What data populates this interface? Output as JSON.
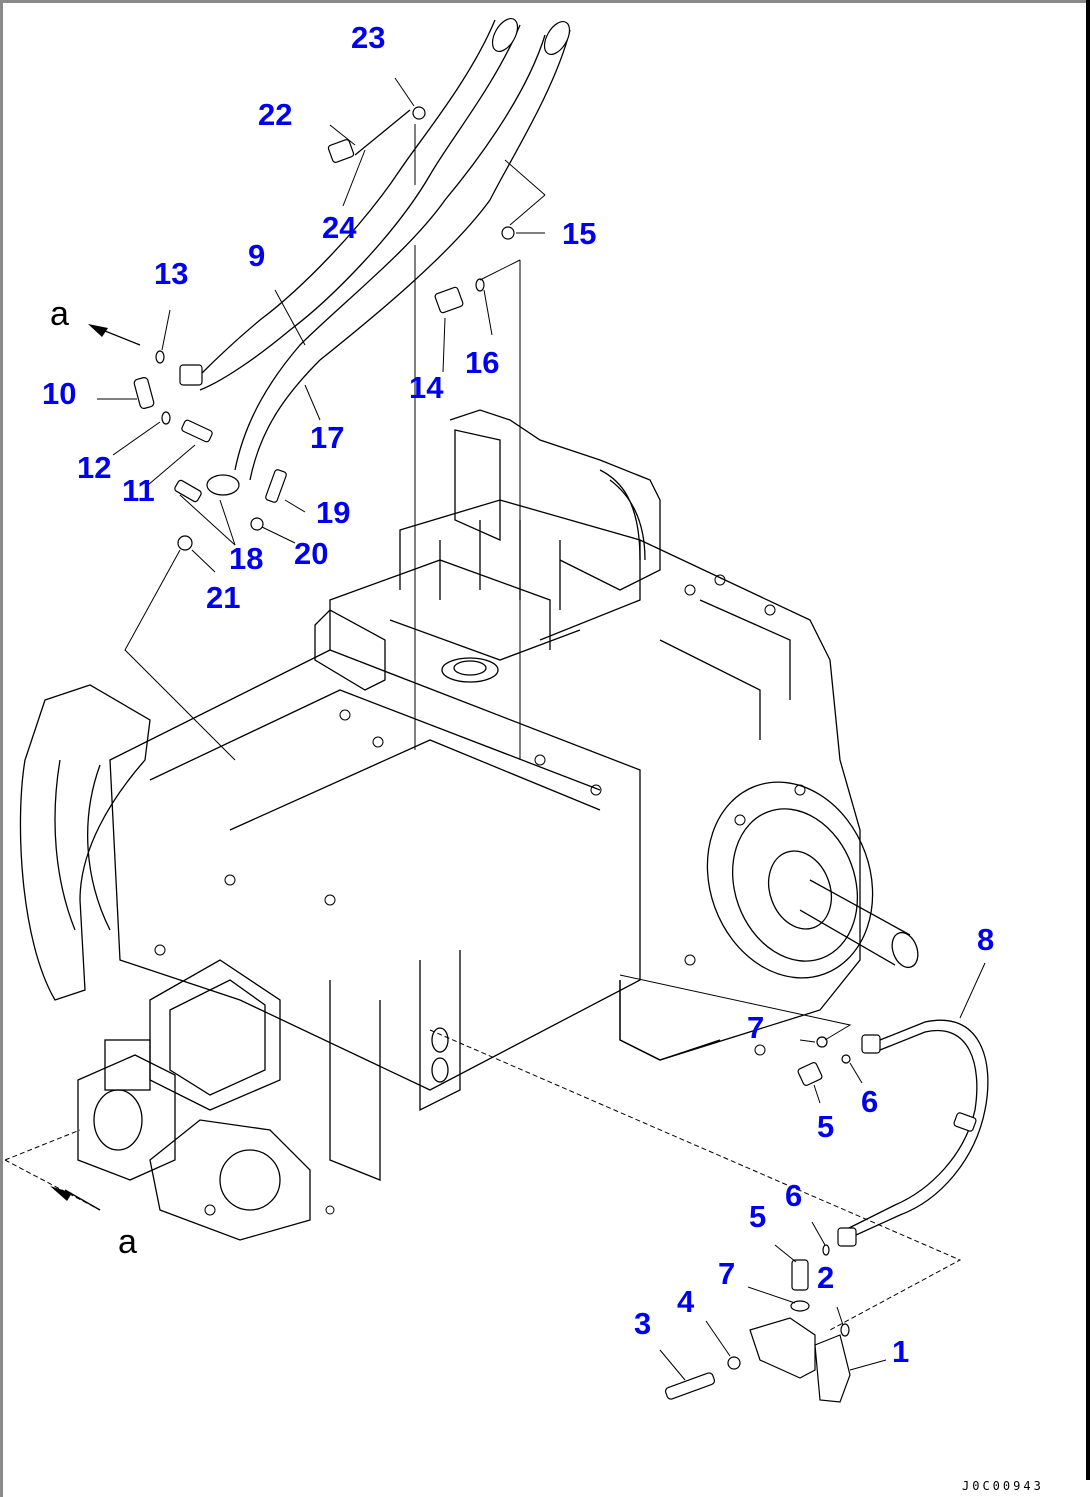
{
  "diagram": {
    "type": "exploded-parts-diagram",
    "subject": "transmission piping",
    "drawing_code": "J0C00943",
    "view_marker": "a",
    "accent_color": "#0000f0",
    "line_color": "#000000",
    "callouts": [
      {
        "id": "1",
        "label": "1"
      },
      {
        "id": "2",
        "label": "2"
      },
      {
        "id": "3",
        "label": "3"
      },
      {
        "id": "4",
        "label": "4"
      },
      {
        "id": "5a",
        "label": "5"
      },
      {
        "id": "5b",
        "label": "5"
      },
      {
        "id": "6a",
        "label": "6"
      },
      {
        "id": "6b",
        "label": "6"
      },
      {
        "id": "7a",
        "label": "7"
      },
      {
        "id": "7b",
        "label": "7"
      },
      {
        "id": "8",
        "label": "8"
      },
      {
        "id": "9",
        "label": "9"
      },
      {
        "id": "10",
        "label": "10"
      },
      {
        "id": "11",
        "label": "11"
      },
      {
        "id": "12",
        "label": "12"
      },
      {
        "id": "13",
        "label": "13"
      },
      {
        "id": "14",
        "label": "14"
      },
      {
        "id": "15",
        "label": "15"
      },
      {
        "id": "16",
        "label": "16"
      },
      {
        "id": "17",
        "label": "17"
      },
      {
        "id": "18",
        "label": "18"
      },
      {
        "id": "19",
        "label": "19"
      },
      {
        "id": "20",
        "label": "20"
      },
      {
        "id": "21",
        "label": "21"
      },
      {
        "id": "22",
        "label": "22"
      },
      {
        "id": "23",
        "label": "23"
      },
      {
        "id": "24",
        "label": "24"
      }
    ]
  }
}
